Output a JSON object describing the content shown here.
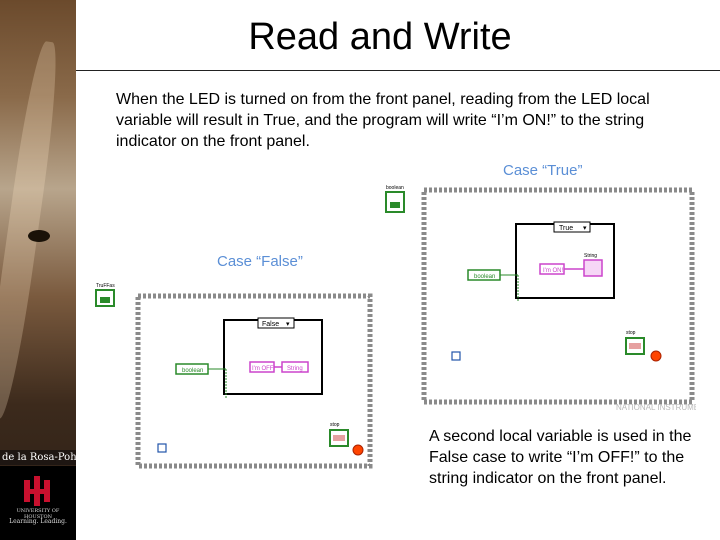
{
  "slide": {
    "title": "Read and Write",
    "intro": "When the LED is turned on from the front panel, reading from the LED local variable will result in True, and the program will write “I’m ON!” to the string indicator on the front panel.",
    "case_true_label": "Case “True”",
    "case_false_label": "Case “False”",
    "note": "A second local variable is used in the False case to write “I’m OFF!” to the string indicator on the front panel.",
    "author": "de la Rosa-Pohl",
    "logo": {
      "line1": "UNIVERSITY OF HOUSTON",
      "line2": "Learning. Leading."
    }
  },
  "diagram_true": {
    "control_label": "boolean",
    "case_selector": "True",
    "local_var": "boolean",
    "string_const": "I'm ON!",
    "indicator_label": "String",
    "stop_label": "stop",
    "watermark": "NATIONAL INSTRUMENTS"
  },
  "diagram_false": {
    "control_label": "TruFFas",
    "case_selector": "False",
    "local_var": "boolean",
    "string_const": "I'm OFF!",
    "string_local_var": "String",
    "stop_label": "stop"
  },
  "colors": {
    "case_label": "#5b8fd6",
    "boolean_green": "#2a8a2a",
    "string_pink": "#cc44cc",
    "frame_gray": "#8a8a8a"
  }
}
